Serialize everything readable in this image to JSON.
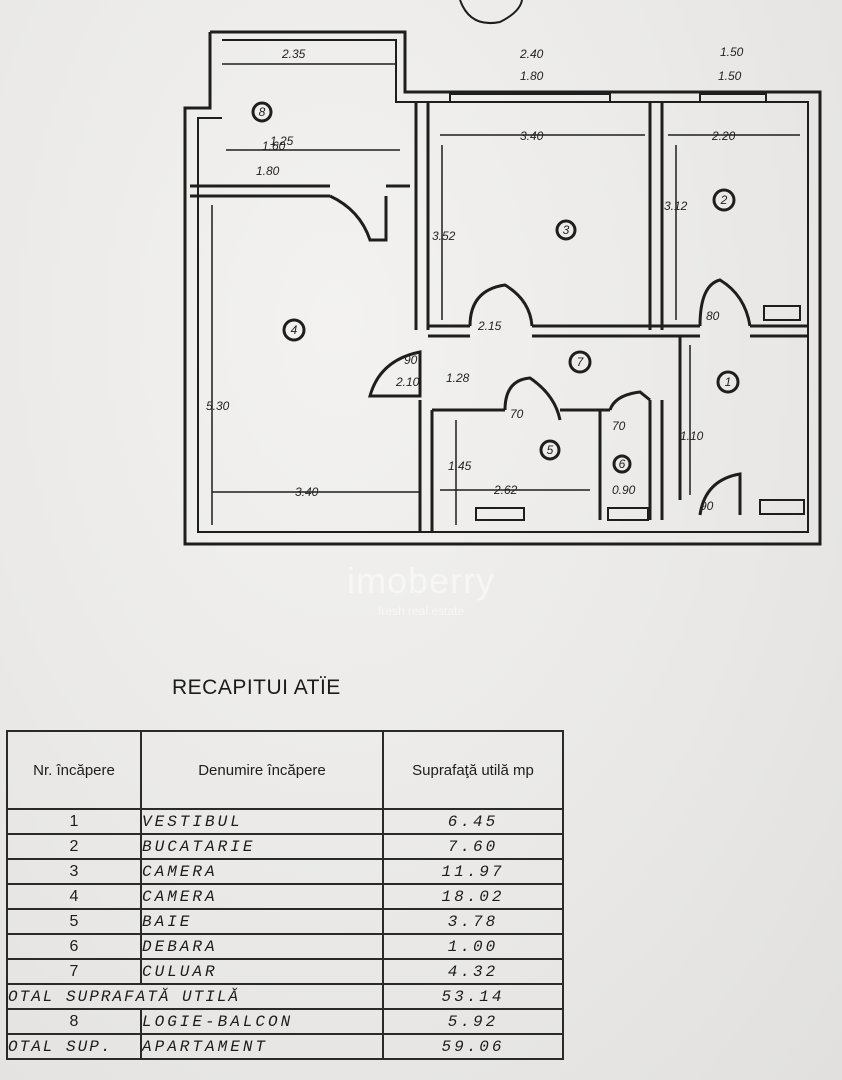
{
  "plan": {
    "dimensions": [
      "2.35",
      "2.40",
      "1.80",
      "1.25",
      "1.50",
      "3.40",
      "2.20",
      "1.80",
      "1.50",
      "3.52",
      "3.12",
      "5.30",
      "3.40",
      "2.62",
      "0.90",
      "1.28",
      "1.45",
      "1.10",
      "2.10",
      "90",
      "90",
      "80",
      "70",
      "70",
      "2.15",
      "1.60"
    ],
    "room_markers": [
      "8",
      "3",
      "2",
      "4",
      "7",
      "1",
      "5",
      "6"
    ]
  },
  "watermark": {
    "brand": "imoberry",
    "tagline": "fresh real estate"
  },
  "recap": {
    "title": "RECAPITUI ATÏE",
    "headers": {
      "nr": "Nr. încăpere",
      "name": "Denumire încăpere",
      "area": "Suprafaţă utilă mp"
    },
    "rows": [
      {
        "nr": "1",
        "name": "VESTIBUL",
        "area": "6.45"
      },
      {
        "nr": "2",
        "name": "BUCATARIE",
        "area": "7.60"
      },
      {
        "nr": "3",
        "name": "CAMERA",
        "area": "11.97"
      },
      {
        "nr": "4",
        "name": "CAMERA",
        "area": "18.02"
      },
      {
        "nr": "5",
        "name": "BAIE",
        "area": "3.78"
      },
      {
        "nr": "6",
        "name": "DEBARA",
        "area": "1.00"
      },
      {
        "nr": "7",
        "name": "CULUAR",
        "area": "4.32"
      }
    ],
    "total_util": {
      "label": "OTAL SUPRAFATĂ UTILĂ",
      "area": "53.14"
    },
    "balcony": {
      "nr": "8",
      "name": "LOGIE-BALCON",
      "area": "5.92"
    },
    "total_apartment": {
      "label": "OTAL SUP.",
      "name": "APARTAMENT",
      "area": "59.06"
    }
  }
}
